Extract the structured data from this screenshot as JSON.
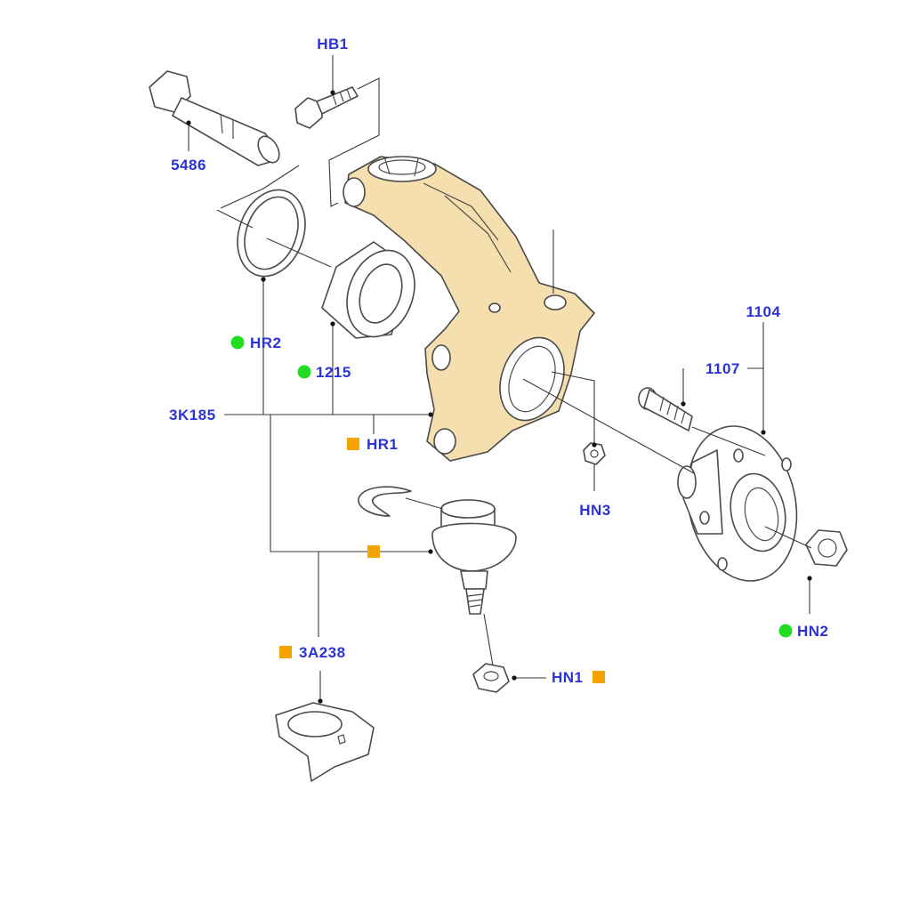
{
  "colors": {
    "callout_text": "#2b33d6",
    "highlight_fill": "#f6dfae",
    "marker_green": "#22dd22",
    "marker_orange": "#f5a300",
    "line": "#3a3a3a"
  },
  "callouts": {
    "hb1": "HB1",
    "n5486": "5486",
    "hr2": "HR2",
    "n1215": "1215",
    "k3k185": "3K185",
    "hr1": "HR1",
    "hn3": "HN3",
    "n1104": "1104",
    "n1107": "1107",
    "hn2": "HN2",
    "a3a238": "3A238",
    "hn1": "HN1"
  },
  "markers": {
    "hr2": "green-circle",
    "n1215": "green-circle",
    "hr1": "orange-square",
    "balljoint": "orange-square",
    "a3a238": "orange-square",
    "hn1": "orange-square",
    "hn2": "green-circle"
  }
}
